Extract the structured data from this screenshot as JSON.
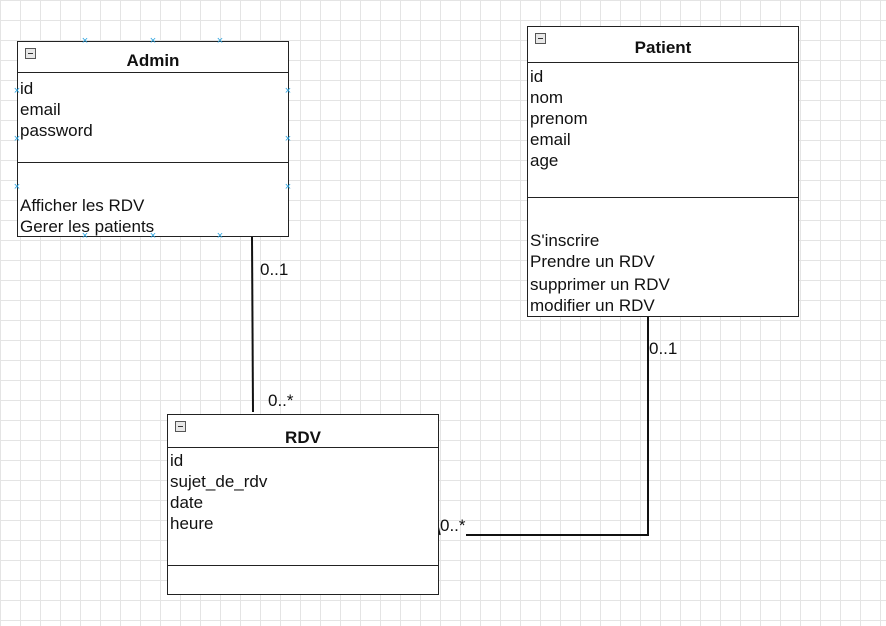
{
  "classes": {
    "admin": {
      "name": "Admin",
      "attributes": [
        "id",
        "email",
        "password"
      ],
      "methods": [
        "Afficher les RDV",
        "Gerer les patients"
      ]
    },
    "patient": {
      "name": "Patient",
      "attributes": [
        "id",
        "nom",
        "prenom",
        "email",
        "age"
      ],
      "methods": [
        "S'inscrire",
        "Prendre un RDV",
        "supprimer un RDV",
        "modifier un RDV"
      ]
    },
    "rdv": {
      "name": "RDV",
      "attributes": [
        "id",
        "sujet_de_rdv",
        "date",
        "heure"
      ],
      "methods": []
    }
  },
  "associations": {
    "admin_rdv": {
      "from_mult": "0..1",
      "to_mult": "0..*"
    },
    "patient_rdv": {
      "from_mult": "0..1",
      "to_mult": "0..*"
    }
  },
  "selection_handle_glyph": "×"
}
